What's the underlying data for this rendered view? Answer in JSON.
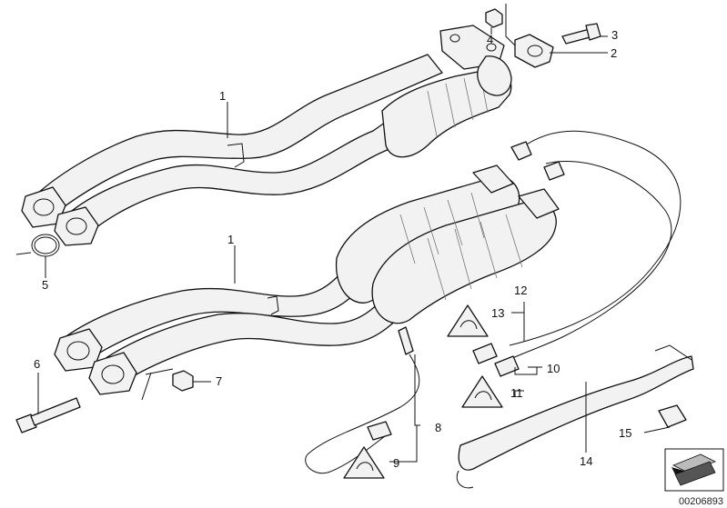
{
  "callouts": {
    "c1a": "1",
    "c1b": "1",
    "c2": "2",
    "c3": "3",
    "c4": "4",
    "c5": "5",
    "c6": "6",
    "c7": "7",
    "c8": "8",
    "c9": "9",
    "c10": "10",
    "c11": "11",
    "c12": "12",
    "c13": "13",
    "c14": "14",
    "c15": "15"
  },
  "document_number": "00206893"
}
